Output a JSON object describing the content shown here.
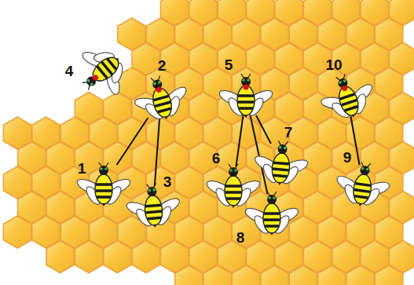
{
  "diagram": {
    "nodes": [
      {
        "text": [
          "1"
        ]
      },
      {
        "text": [
          "2"
        ]
      },
      {
        "text": [
          "3"
        ]
      },
      {
        "text": [
          "4"
        ]
      },
      {
        "text": [
          "5"
        ]
      },
      {
        "text": [
          "6"
        ]
      },
      {
        "text": [
          "7"
        ]
      },
      {
        "text": [
          "8"
        ]
      },
      {
        "text": [
          "9"
        ]
      },
      {
        "text": [
          "10"
        ]
      }
    ],
    "edges": [
      {
        "from": 1,
        "to": 0,
        "arrow": "none"
      },
      {
        "from": 1,
        "to": 2,
        "arrow": "none"
      },
      {
        "from": 4,
        "to": 5,
        "arrow": "none"
      },
      {
        "from": 4,
        "to": 6,
        "arrow": "none"
      },
      {
        "from": 4,
        "to": 7,
        "arrow": "none"
      },
      {
        "from": 9,
        "to": 8,
        "arrow": "none"
      }
    ]
  }
}
